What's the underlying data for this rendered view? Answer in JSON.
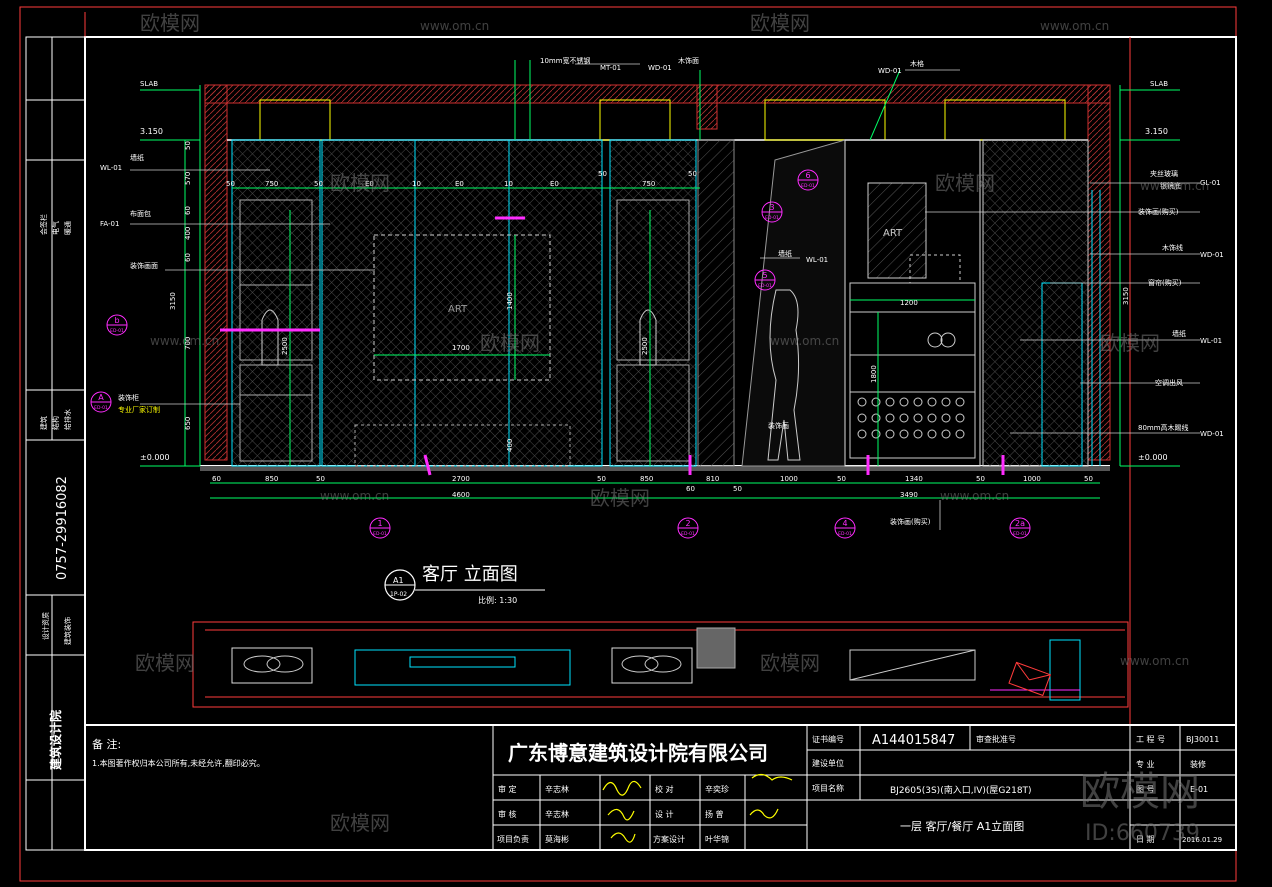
{
  "drawing": {
    "title": "客厅  立面图",
    "scale": "比例:    1:30",
    "view_tag_top": "A1",
    "view_tag_bottom": "1P-02",
    "levels": {
      "slab": "SLAB",
      "ceiling": "3.150",
      "floor": "±0.000"
    },
    "callouts_top": [
      "10mm宽不锈钢",
      "MT-01",
      "WD-01",
      "木饰面",
      "WD-01",
      "木格"
    ],
    "labels_left": [
      "WL-01",
      "墙纸",
      "FA-01",
      "布面包",
      "装饰画面",
      "装饰柜",
      "专业厂家订制"
    ],
    "labels_right": [
      "夹丝玻璃",
      "银镜底",
      "GL-01",
      "装饰画(购买)",
      "木饰线",
      "WD-01",
      "窗帘(购买)",
      "墙纸",
      "WL-01",
      "空调出风",
      "80mm高木踢线",
      "WD-01"
    ],
    "wall_labels": [
      "墙纸",
      "WL-01",
      "装饰画",
      "装饰画(购买)"
    ],
    "art_labels": [
      "ART",
      "ART"
    ],
    "left_dims": [
      "50",
      "570",
      "60",
      "400",
      "60",
      "3150",
      "700",
      "650"
    ],
    "right_dim": "3150",
    "inner_dims": [
      "50",
      "750",
      "50",
      "E0",
      "10",
      "E0",
      "10",
      "E0",
      "50",
      "750",
      "50",
      "1700",
      "1400",
      "2500",
      "2500",
      "1200",
      "1800",
      "400"
    ],
    "bottom_dims_row1": [
      "60",
      "850",
      "50",
      "2700",
      "50",
      "850",
      "60",
      "810",
      "50",
      "1000",
      "50",
      "1340",
      "50",
      "1000",
      "50"
    ],
    "bottom_dims_row2": [
      "4600",
      "3490"
    ],
    "section_marks": [
      {
        "num": "1",
        "ref": "ED-01"
      },
      {
        "num": "2",
        "ref": "ED-01"
      },
      {
        "num": "4",
        "ref": "ED-01"
      },
      {
        "num": "2a",
        "ref": "ED-01"
      },
      {
        "num": "3",
        "ref": "ED-01"
      },
      {
        "num": "5",
        "ref": "ED-01"
      },
      {
        "num": "6",
        "ref": "ED-01"
      },
      {
        "num": "b",
        "ref": "ED-01"
      },
      {
        "num": "A",
        "ref": "ED-01"
      }
    ]
  },
  "sidebar": {
    "phone": "0757-29916082",
    "institute": "建筑设计院",
    "stage_labels": [
      "会签栏",
      "建筑",
      "结构",
      "给排水",
      "电气",
      "暖通"
    ],
    "cert_labels": [
      "设计资质",
      "建筑装饰"
    ]
  },
  "title_block": {
    "notes_title": "备  注:",
    "notes_text": "1.本图著作权归本公司所有,未经允许,翻印必究。",
    "company": "广东博意建筑设计院有限公司",
    "cert_label": "证书编号",
    "cert_no": "A144015847",
    "approval_label": "审查批准号",
    "client_label": "建设单位",
    "project_label": "项目名称",
    "project_name": "BJ2605(3S)(南入口,IV)(屋G218T)",
    "drawing_name": "一层 客厅/餐厅 A1立面图",
    "rows": [
      {
        "role": "审  定",
        "name": "辛志林",
        "role2": "校  对",
        "name2": "辛奕珍"
      },
      {
        "role": "审  核",
        "name": "辛志林",
        "role2": "设  计",
        "name2": "扬  曾"
      },
      {
        "role": "项目负责",
        "name": "莫海彬",
        "role2": "方案设计",
        "name2": "叶华锦"
      }
    ],
    "right_rows": [
      {
        "label": "工 程 号",
        "value": "BJ30011"
      },
      {
        "label": "专    业",
        "value": "装修"
      },
      {
        "label": "图    号",
        "value": "E-01"
      },
      {
        "label": "日    期",
        "value": "2016.01.29"
      }
    ]
  },
  "watermarks": {
    "brand": "欧模网",
    "url": "www.om.cn",
    "id": "ID:660739"
  },
  "colors": {
    "frame": "#ffffff",
    "dim": "#00ff66",
    "wall": "#ff4040",
    "cyan": "#00e5ff",
    "magenta": "#ff2cff",
    "yellow": "#ffff00",
    "hatch": "#7f7f7f"
  }
}
